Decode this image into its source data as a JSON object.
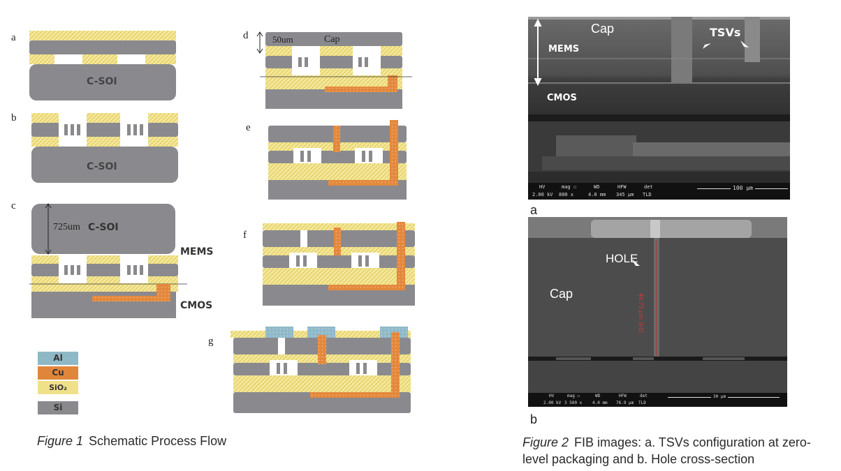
{
  "figure1": {
    "steps": [
      "a",
      "b",
      "c",
      "d",
      "e",
      "f",
      "g"
    ],
    "labels": {
      "csoi": "C-SOI",
      "mems": "MEMS",
      "cmos": "CMOS",
      "cap": "Cap",
      "thickness_725": "725um",
      "thickness_50": "50um"
    },
    "legend": [
      {
        "label": "Al",
        "color": "#8fb8c6"
      },
      {
        "label": "Cu",
        "color": "#e0863a"
      },
      {
        "label": "SiO₂",
        "color": "#f0e08a"
      },
      {
        "label": "Si",
        "color": "#8a8a8e"
      }
    ],
    "caption_prefix": "Figure 1",
    "caption_text": "Schematic Process Flow"
  },
  "figure2": {
    "image_a": {
      "labels": {
        "cap": "Cap",
        "tsvs": "TSVs",
        "mems": "MEMS",
        "cmos": "CMOS"
      },
      "databar": {
        "headers": [
          "HV",
          "mag ☐",
          "WD",
          "HFW",
          "det"
        ],
        "values": [
          "2.00 kV",
          "800 x",
          "4.0 mm",
          "345 µm",
          "TLD"
        ],
        "scale": "100 µm"
      },
      "sublabel": "a"
    },
    "image_b": {
      "labels": {
        "hole": "HOLE",
        "cap": "Cap",
        "measure": "40.75 µm (b1)"
      },
      "databar": {
        "headers": [
          "HV",
          "mag ☐",
          "WD",
          "HFW",
          "det"
        ],
        "values": [
          "2.00 kV",
          "3 500 x",
          "4.0 mm",
          "76.9 µm",
          "TLD"
        ],
        "scale": "30 µm"
      },
      "sublabel": "b"
    },
    "caption_prefix": "Figure 2",
    "caption_line1": "FIB images: a. TSVs configuration at zero-",
    "caption_line2": "level packaging and b. Hole cross-section"
  },
  "colors": {
    "si": "#8a8a8e",
    "sio2": "#f0e08a",
    "cu": "#e0863a",
    "al": "#8fb8c6"
  }
}
